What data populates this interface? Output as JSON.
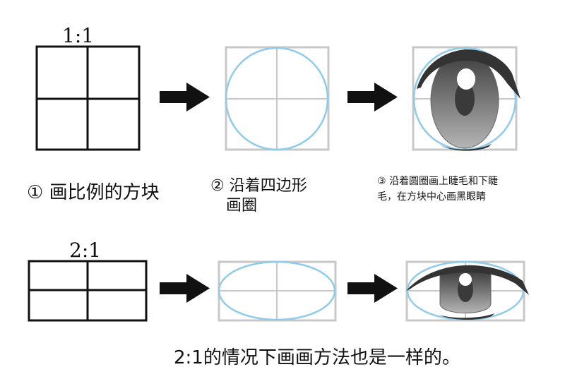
{
  "row1": {
    "ratio_label": "1:1"
  },
  "row2": {
    "ratio_label": "2:1"
  },
  "steps": {
    "step1": "① 画比例的方块",
    "step2_line1": "② 沿着四边形",
    "step2_line2": "画圈",
    "step3_line1": "③ 沿着圆圈画上睫毛和下睫",
    "step3_line2": "毛，在方块中心画黑眼睛"
  },
  "caption": "2:1的情况下画画方法也是一样的。",
  "colors": {
    "grid_black": "#111111",
    "guide_grey": "#c8c8c8",
    "circle_blue": "#8fcbea",
    "lash_dark": "#333333",
    "iris_light": "#b8b8b8",
    "iris_dark": "#4a4a4a",
    "pupil": "#3a3a3a",
    "highlight": "#ffffff"
  },
  "icons": [
    "arrow-right-icon"
  ]
}
